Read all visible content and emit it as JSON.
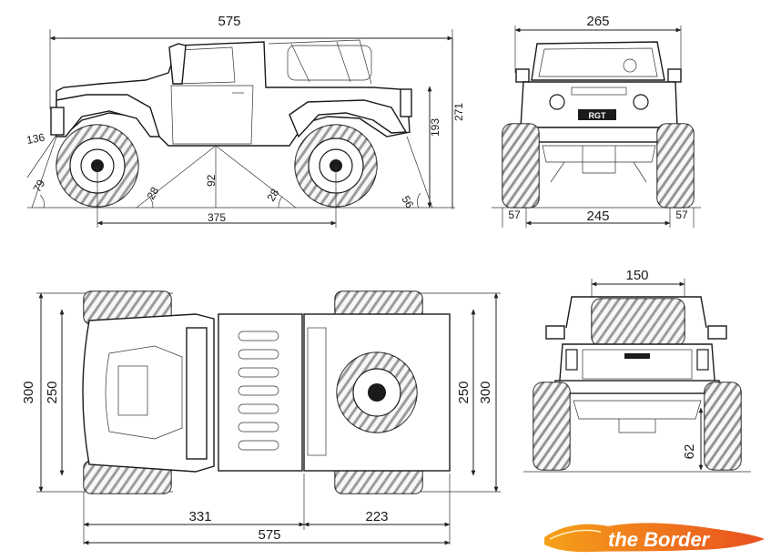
{
  "side_view": {
    "overall_length": "575",
    "wheelbase": "375",
    "body_height": "193",
    "overall_height": "271",
    "ground_clearance": "92",
    "approach_angle": "79",
    "bumper_angle": "136",
    "breakover_front": "28",
    "breakover_rear": "28",
    "departure_angle": "56"
  },
  "front_view": {
    "width_top": "265",
    "track": "245",
    "tire_left": "57",
    "tire_right": "57"
  },
  "top_view": {
    "overall_width": "300",
    "inner_width": "250",
    "inner_width_right": "250",
    "overall_width_right": "300",
    "front_section": "331",
    "rear_section": "223",
    "overall_length": "575"
  },
  "rear_view": {
    "spare_width": "150",
    "tire_height": "62"
  },
  "brand": {
    "logo_text": "the Border",
    "badge_text": "RGT",
    "flame_color": "#e8501e",
    "flame_color_light": "#f6a01a"
  }
}
